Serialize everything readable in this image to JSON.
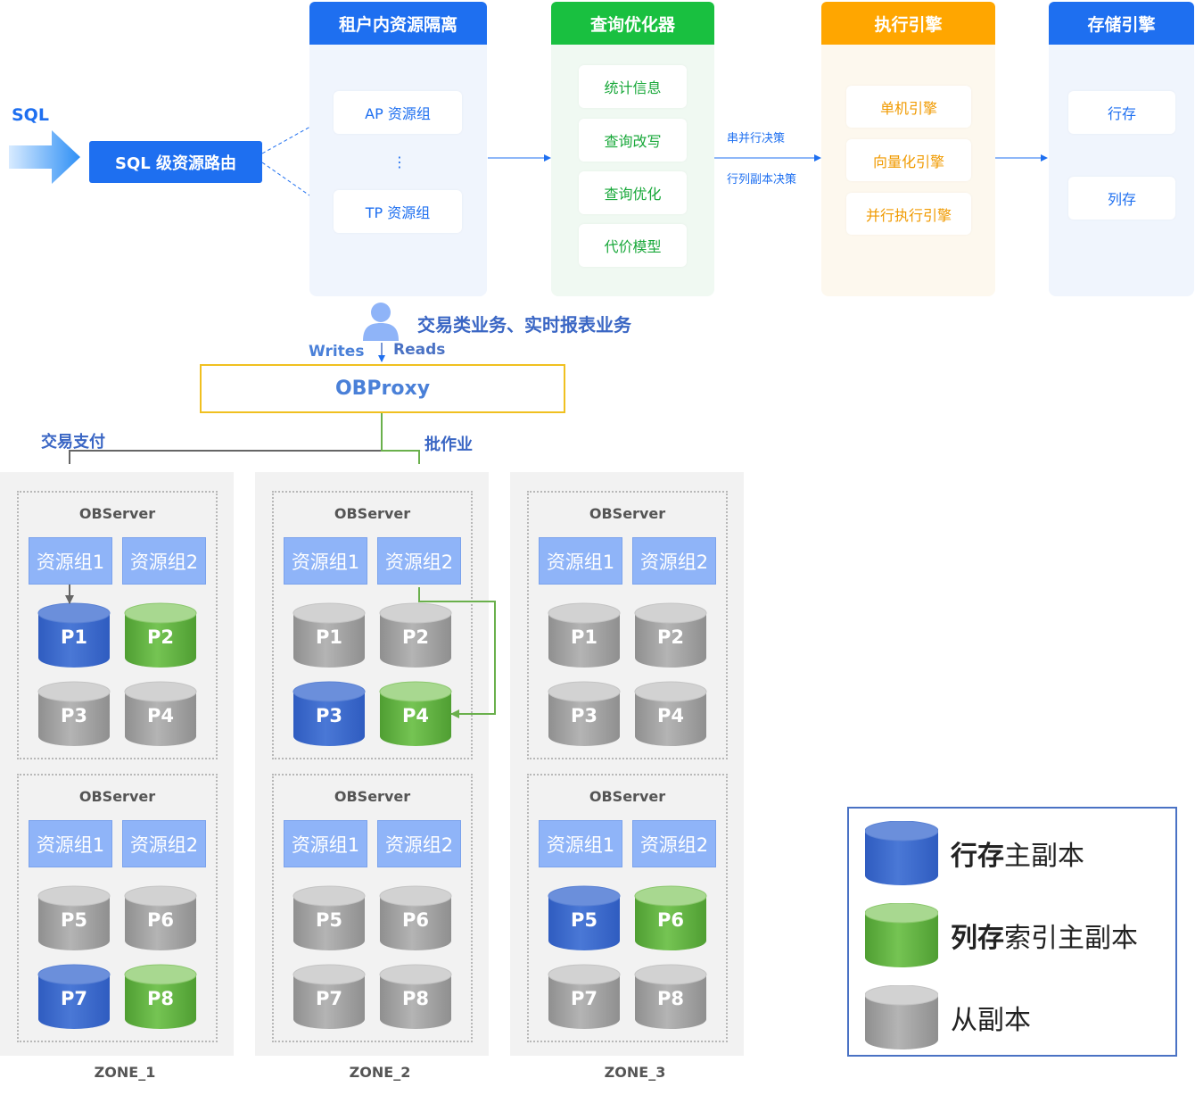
{
  "input": {
    "label": "SQL"
  },
  "router": {
    "label": "SQL 级资源路由"
  },
  "tenant": {
    "title": "租户内资源隔离",
    "groups": [
      "AP 资源组",
      "⋮",
      "TP 资源组"
    ]
  },
  "optimizer": {
    "title": "查询优化器",
    "items": [
      "统计信息",
      "查询改写",
      "查询优化",
      "代价模型"
    ]
  },
  "decisions": [
    "串并行决策",
    "行列副本决策"
  ],
  "executor": {
    "title": "执行引擎",
    "items": [
      "单机引擎",
      "向量化引擎",
      "并行执行引擎"
    ]
  },
  "storage": {
    "title": "存储引擎",
    "items": [
      "行存",
      "列存"
    ]
  },
  "business": {
    "label": "交易类业务、实时报表业务"
  },
  "flow": {
    "writes": "Writes",
    "reads": "Reads"
  },
  "proxy": {
    "label": "OBProxy"
  },
  "routes": {
    "left": "交易支付",
    "right": "批作业"
  },
  "server_title": "OBServer",
  "rg_labels": [
    "资源组1",
    "资源组2"
  ],
  "zones": [
    {
      "name": "ZONE_1",
      "servers": [
        {
          "title": "OBServer",
          "partitions": [
            {
              "name": "P1",
              "type": "row"
            },
            {
              "name": "P2",
              "type": "col"
            },
            {
              "name": "P3",
              "type": "rep"
            },
            {
              "name": "P4",
              "type": "rep"
            }
          ]
        },
        {
          "title": "OBServer",
          "partitions": [
            {
              "name": "P5",
              "type": "rep"
            },
            {
              "name": "P6",
              "type": "rep"
            },
            {
              "name": "P7",
              "type": "row"
            },
            {
              "name": "P8",
              "type": "col"
            }
          ]
        }
      ]
    },
    {
      "name": "ZONE_2",
      "servers": [
        {
          "title": "OBServer",
          "partitions": [
            {
              "name": "P1",
              "type": "rep"
            },
            {
              "name": "P2",
              "type": "rep"
            },
            {
              "name": "P3",
              "type": "row"
            },
            {
              "name": "P4",
              "type": "col"
            }
          ]
        },
        {
          "title": "OBServer",
          "partitions": [
            {
              "name": "P5",
              "type": "rep"
            },
            {
              "name": "P6",
              "type": "rep"
            },
            {
              "name": "P7",
              "type": "rep"
            },
            {
              "name": "P8",
              "type": "rep"
            }
          ]
        }
      ]
    },
    {
      "name": "ZONE_3",
      "servers": [
        {
          "title": "OBServer",
          "partitions": [
            {
              "name": "P1",
              "type": "rep"
            },
            {
              "name": "P2",
              "type": "rep"
            },
            {
              "name": "P3",
              "type": "rep"
            },
            {
              "name": "P4",
              "type": "rep"
            }
          ]
        },
        {
          "title": "OBServer",
          "partitions": [
            {
              "name": "P5",
              "type": "row"
            },
            {
              "name": "P6",
              "type": "col"
            },
            {
              "name": "P7",
              "type": "rep"
            },
            {
              "name": "P8",
              "type": "rep"
            }
          ]
        }
      ]
    }
  ],
  "legend": [
    {
      "type": "row",
      "bold": "行存",
      "rest": "主副本"
    },
    {
      "type": "col",
      "bold": "列存",
      "rest": "索引主副本"
    },
    {
      "type": "rep",
      "bold": "",
      "rest": "从副本"
    }
  ],
  "colors": {
    "blue_header": "#1e6ff0",
    "green_header": "#19c040",
    "orange_header": "#ffa600",
    "row_replica": "#4470c8",
    "col_replica": "#6abf4b",
    "follower_replica": "#a9a9a9",
    "proxy_border": "#f0c020"
  }
}
